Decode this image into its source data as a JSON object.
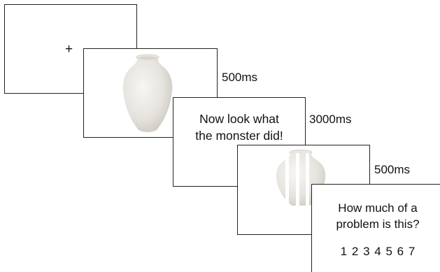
{
  "fixation": {
    "symbol": "+"
  },
  "timings": [
    "500ms",
    "3000ms",
    "500ms"
  ],
  "message": {
    "lines": [
      "Now look what",
      "the monster did!"
    ]
  },
  "rating": {
    "question_lines": [
      "How much of a",
      "problem is this?"
    ],
    "scale": [
      "1",
      "2",
      "3",
      "4",
      "5",
      "6",
      "7"
    ]
  },
  "icons": {
    "intact_object": "vase-icon",
    "broken_object": "broken-vase-icon"
  }
}
